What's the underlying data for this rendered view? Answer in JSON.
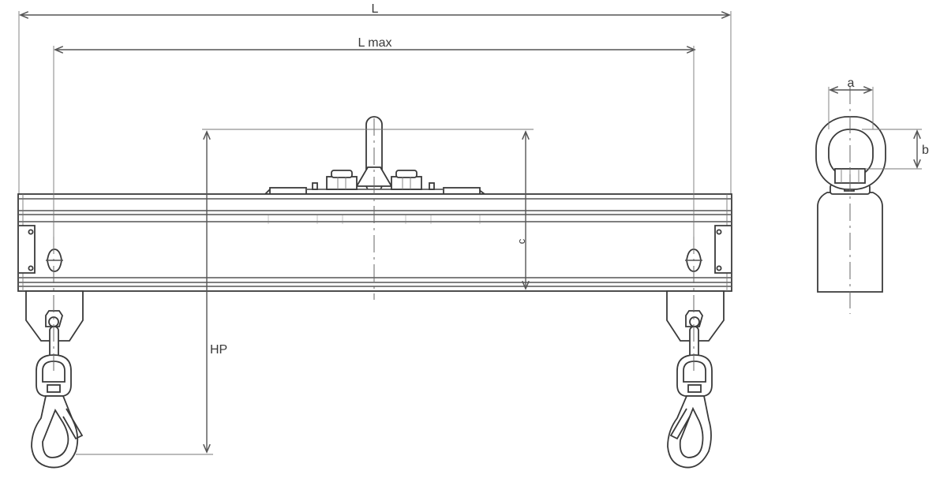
{
  "labels": {
    "overall_length": "L",
    "max_length": "L max",
    "hook_height": "HP",
    "beam_height": "c",
    "eye_width": "a",
    "eye_height": "b"
  },
  "colors": {
    "line": "#3a3a3a",
    "dimension_line": "#555555",
    "background": "#ffffff"
  }
}
